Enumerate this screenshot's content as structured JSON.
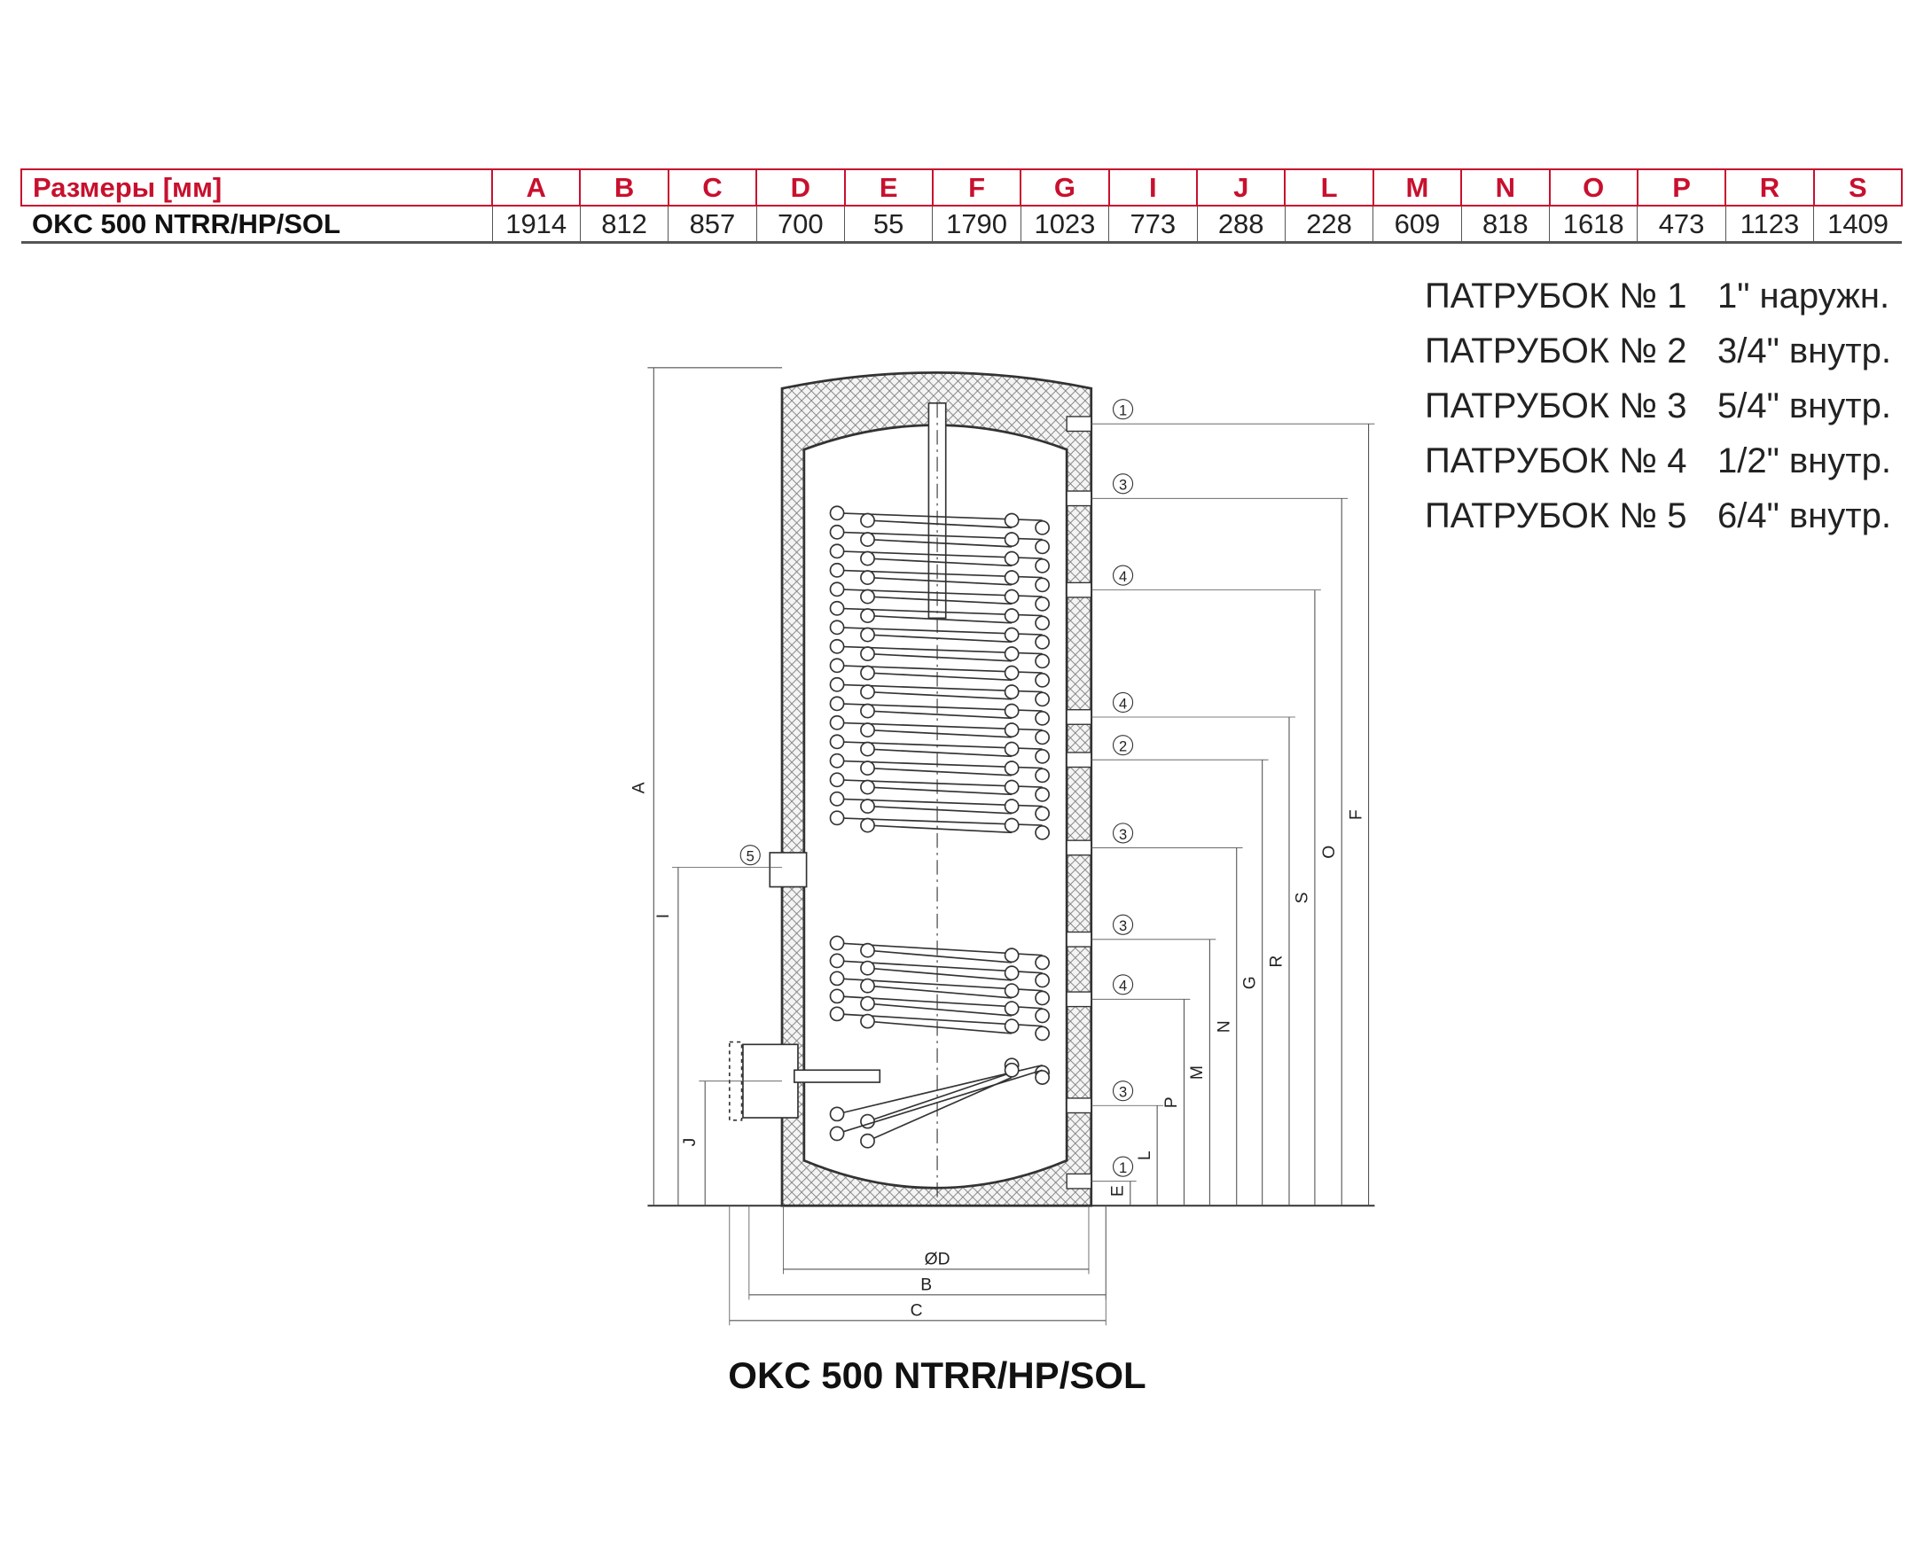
{
  "table": {
    "header_label": "Размеры [мм]",
    "columns": [
      "A",
      "B",
      "C",
      "D",
      "E",
      "F",
      "G",
      "I",
      "J",
      "L",
      "M",
      "N",
      "O",
      "P",
      "R",
      "S"
    ],
    "model": "OKC 500 NTRR/HP/SOL",
    "values": [
      "1914",
      "812",
      "857",
      "700",
      "55",
      "1790",
      "1023",
      "773",
      "288",
      "228",
      "609",
      "818",
      "1618",
      "473",
      "1123",
      "1409"
    ]
  },
  "connections": [
    {
      "name": "ПАТРУБОК № 1",
      "size": "1\" наружн."
    },
    {
      "name": "ПАТРУБОК № 2",
      "size": "3/4\" внутр."
    },
    {
      "name": "ПАТРУБОК № 3",
      "size": "5/4\" внутр."
    },
    {
      "name": "ПАТРУБОК № 4",
      "size": "1/2\" внутр."
    },
    {
      "name": "ПАТРУБОК № 5",
      "size": "6/4\" внутр."
    }
  ],
  "drawing": {
    "markers": [
      "①",
      "③",
      "④",
      "④",
      "②",
      "③",
      "③",
      "④",
      "③",
      "①",
      "⑤"
    ],
    "right_dims": [
      "F",
      "O",
      "S",
      "R",
      "G",
      "N",
      "M",
      "P",
      "L",
      "E"
    ],
    "left_dims": [
      "A",
      "I",
      "J"
    ],
    "bottom_dims": [
      "ØD",
      "B",
      "C"
    ]
  },
  "title": "OKC 500 NTRR/HP/SOL"
}
